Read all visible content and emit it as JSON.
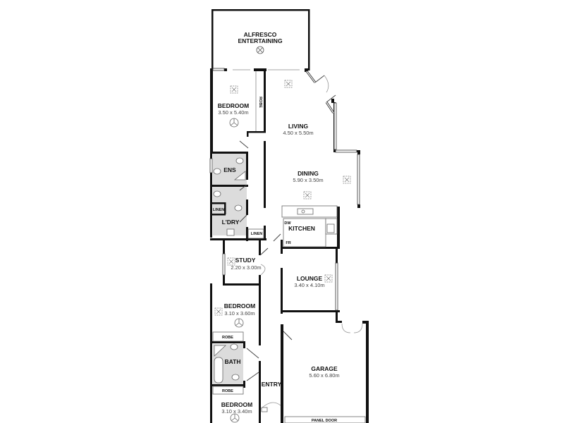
{
  "floorplan": {
    "rooms": [
      {
        "id": "alfresco",
        "name_line1": "ALFRESCO",
        "name_line2": "ENTERTAINING",
        "dims": ""
      },
      {
        "id": "bedroom1",
        "name": "BEDROOM",
        "dims": "3.50 x 5.40m"
      },
      {
        "id": "living",
        "name": "LIVING",
        "dims": "4.50 x 5.50m"
      },
      {
        "id": "dining",
        "name": "DINING",
        "dims": "5.90 x 3.50m"
      },
      {
        "id": "ens",
        "name": "ENS",
        "dims": ""
      },
      {
        "id": "laundry",
        "name": "L'DRY",
        "dims": ""
      },
      {
        "id": "kitchen",
        "name": "KITCHEN",
        "dims": ""
      },
      {
        "id": "study",
        "name": "STUDY",
        "dims": "2.20 x 3.00m"
      },
      {
        "id": "lounge",
        "name": "LOUNGE",
        "dims": "3.40 x 4.10m"
      },
      {
        "id": "bedroom2",
        "name": "BEDROOM",
        "dims": "3.10 x 3.60m"
      },
      {
        "id": "bath",
        "name": "BATH",
        "dims": ""
      },
      {
        "id": "entry",
        "name": "ENTRY",
        "dims": ""
      },
      {
        "id": "garage",
        "name": "GARAGE",
        "dims": "5.60 x 6.80m"
      },
      {
        "id": "bedroom3",
        "name": "BEDROOM",
        "dims": "3.10 x 3.40m"
      }
    ],
    "small_labels": {
      "robe_vertical": "ROBE",
      "linen1": "LINEN",
      "linen2": "LINEN",
      "dw": "DW",
      "fr": "FR",
      "robe2": "ROBE",
      "robe3": "ROBE",
      "panel_door": "PANEL DOOR"
    },
    "icons": [
      "ceiling-fan-icon",
      "downlight-icon",
      "exhaust-fan-icon",
      "sink-icon",
      "cooktop-icon",
      "toilet-icon",
      "shower-icon",
      "bathtub-icon"
    ],
    "colors": {
      "wall": "#111111",
      "wet_area": "#dcdcdc",
      "background": "#ffffff"
    }
  }
}
